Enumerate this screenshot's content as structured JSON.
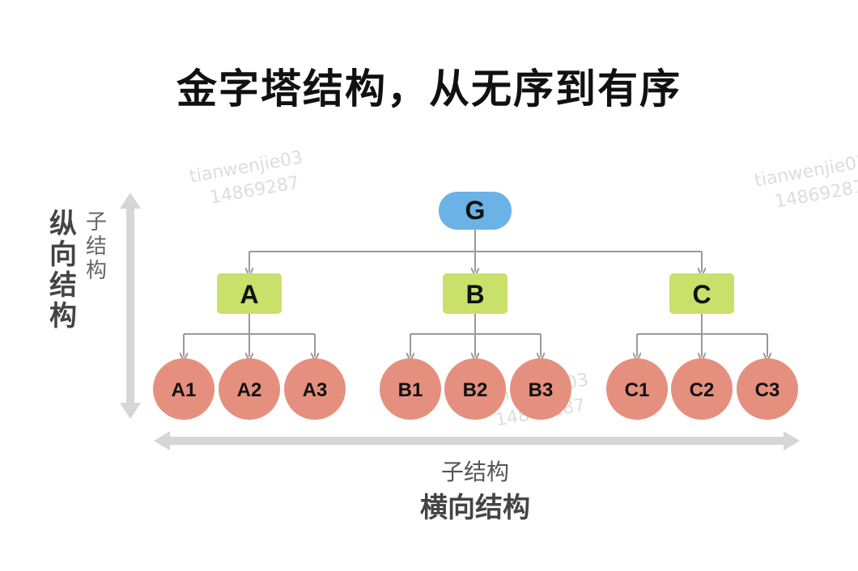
{
  "title": "金字塔结构，从无序到有序",
  "vertical_axis": {
    "main_label": "纵向结构",
    "sub_label": "子结构"
  },
  "horizontal_axis": {
    "main_label": "横向结构",
    "sub_label": "子结构"
  },
  "nodes": {
    "root": "G",
    "middle": [
      "A",
      "B",
      "C"
    ],
    "leaves": [
      [
        "A1",
        "A2",
        "A3"
      ],
      [
        "B1",
        "B2",
        "B3"
      ],
      [
        "C1",
        "C2",
        "C3"
      ]
    ]
  },
  "watermark": {
    "line1": "tianwenjie03",
    "line2": "14869287"
  },
  "colors": {
    "root": "#6bb3e6",
    "middle": "#c9e06a",
    "leaf": "#e58f7f",
    "axis": "#d6d6d6",
    "connector": "#9a9a9a"
  }
}
